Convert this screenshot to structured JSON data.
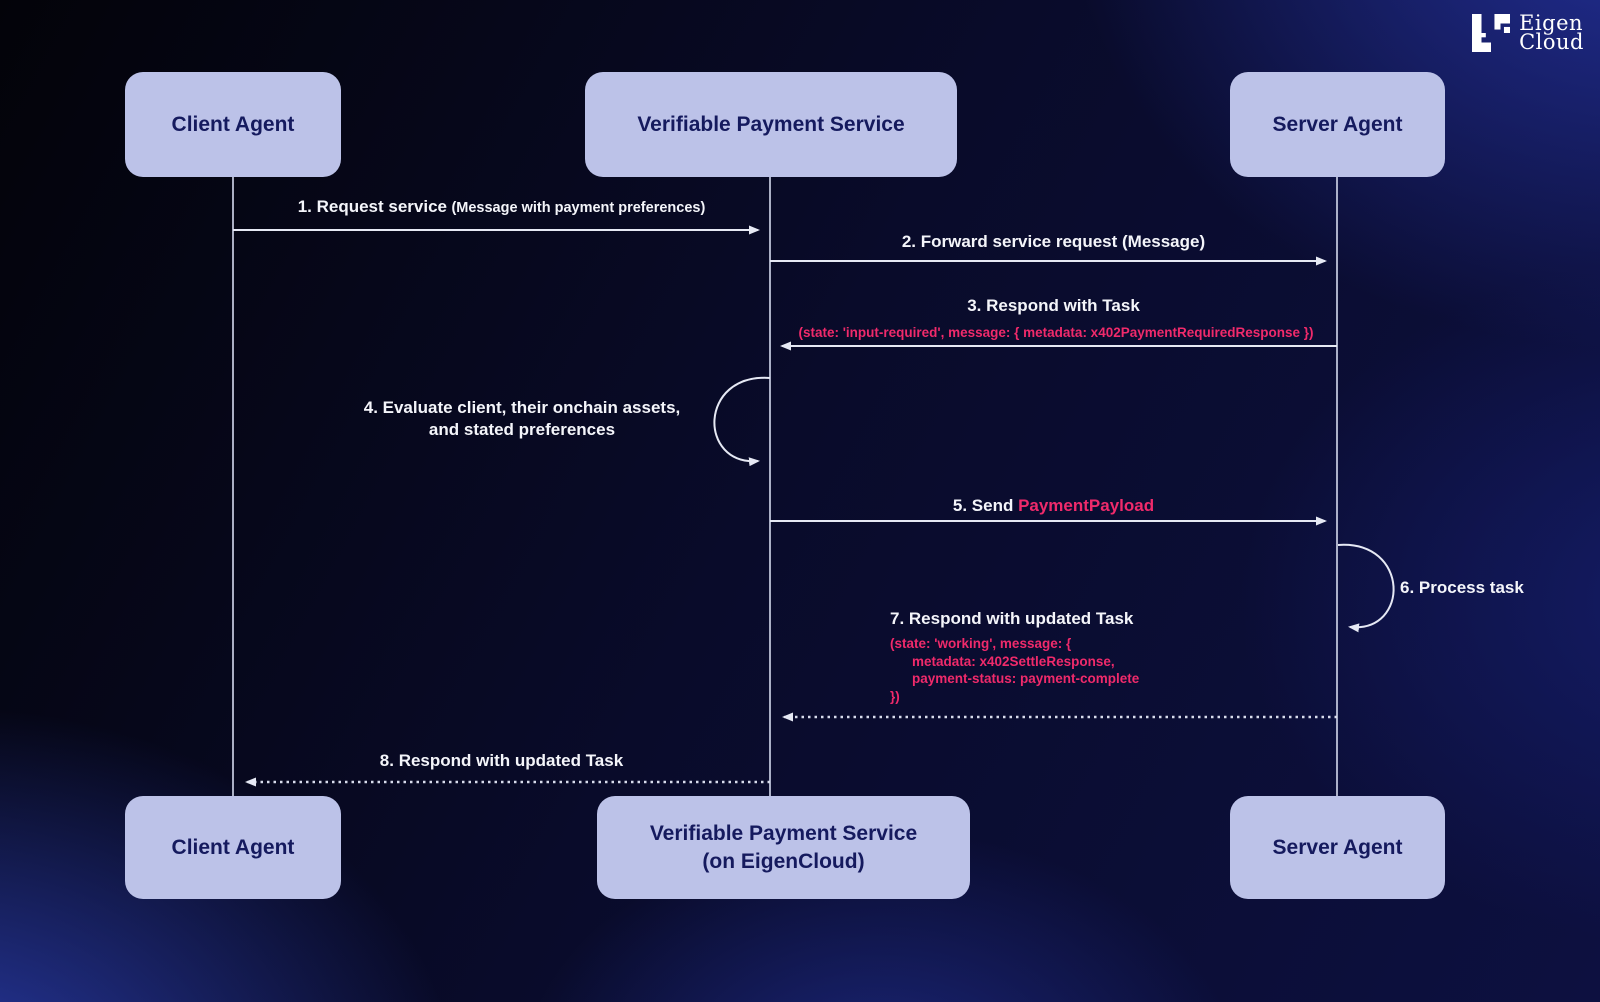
{
  "logo": {
    "brand_line1": "Eigen",
    "brand_line2": "Cloud"
  },
  "actors": {
    "top": [
      {
        "label": "Client Agent"
      },
      {
        "label": "Verifiable Payment Service"
      },
      {
        "label": "Server Agent"
      }
    ],
    "bottom": [
      {
        "label": "Client Agent"
      },
      {
        "label_line1": "Verifiable Payment Service",
        "label_line2": "(on EigenCloud)"
      },
      {
        "label": "Server Agent"
      }
    ]
  },
  "messages": {
    "m1": {
      "title": "1. Request service",
      "detail": "(Message with payment preferences)"
    },
    "m2": {
      "title": "2. Forward service request (Message)"
    },
    "m3": {
      "title": "3. Respond with Task",
      "code": "(state: 'input-required', message: { metadata: x402PaymentRequiredResponse })"
    },
    "m4": {
      "line1": "4. Evaluate client, their onchain assets,",
      "line2": "and stated preferences"
    },
    "m5": {
      "prefix": "5. Send ",
      "highlight": "PaymentPayload"
    },
    "m6": {
      "title": "6. Process task"
    },
    "m7": {
      "title": "7. Respond with updated Task",
      "code_line1": "(state: 'working', message: {",
      "code_line2": "metadata: x402SettleResponse,",
      "code_line3": "payment-status: payment-complete",
      "code_line4": "})"
    },
    "m8": {
      "title": "8. Respond with updated Task"
    }
  },
  "colors": {
    "accent_pink": "#f02a6b",
    "actor_box_fill": "#bcc2e8",
    "actor_box_text": "#151a5e",
    "line_color": "#e6e9f4",
    "background_blue": "#1d2b8f"
  }
}
